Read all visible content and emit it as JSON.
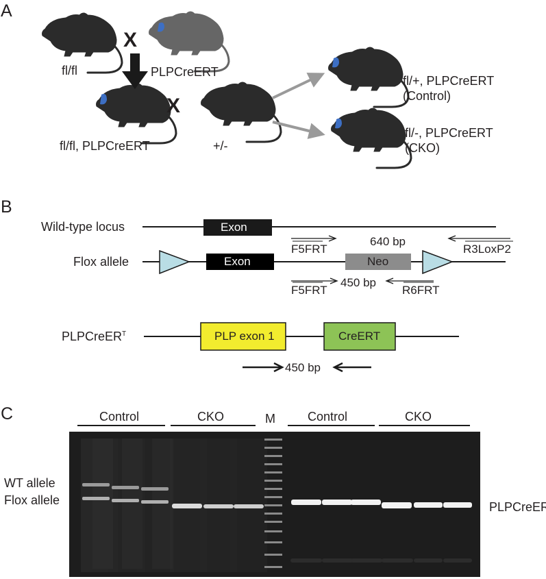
{
  "panels": {
    "a": "A",
    "b": "B",
    "c": "C"
  },
  "panel_a": {
    "cross_symbol": "X",
    "parent_left": "fl/fl",
    "parent_right": "PLPCreERT",
    "offspring_1": "fl/fl, PLPCreERT",
    "offspring_2": "+/-",
    "result_control_line1": "fl/+, PLPCreERT",
    "result_control_line2": "(Control)",
    "result_cko_line1": "fl/-, PLPCreERT",
    "result_cko_line2": "(CKO)",
    "colors": {
      "mouse_dark": "#2b2b2b",
      "mouse_gray": "#666666",
      "ear_blue": "#3d6fc4",
      "arrow_gray": "#9a9a9a"
    },
    "icons": [
      "mouse-icon",
      "down-arrow-icon",
      "diagonal-arrow-icon"
    ]
  },
  "panel_b": {
    "wildtype_label": "Wild-type locus",
    "wildtype_exon": "Exon",
    "flox_label": "Flox allele",
    "flox_exon": "Exon",
    "flox_neo": "Neo",
    "primer_f5frt_top": "F5FRT",
    "primer_r3loxp2": "R3LoxP2",
    "product_640": "640 bp",
    "primer_f5frt_bottom": "F5FRT",
    "product_450_flox": "450 bp",
    "primer_r6frt": "R6FRT",
    "plp_label": "PLPCreER",
    "plp_label_sup": "T",
    "plp_exon": "PLP exon 1",
    "creert": "CreERT",
    "product_450_plp": "450 bp",
    "colors": {
      "exon": "#1a1a1a",
      "neo": "#8c8c8c",
      "loxp": "#b9dde5",
      "plp_exon": "#f2ec2e",
      "creert": "#8dc356"
    }
  },
  "panel_c": {
    "group_control_left": "Control",
    "group_cko_left": "CKO",
    "marker": "M",
    "group_control_right": "Control",
    "group_cko_right": "CKO",
    "wt_allele": "WT allele",
    "flox_allele": "Flox allele",
    "plp_band": "PLPCreER",
    "plp_band_sup": "T"
  }
}
